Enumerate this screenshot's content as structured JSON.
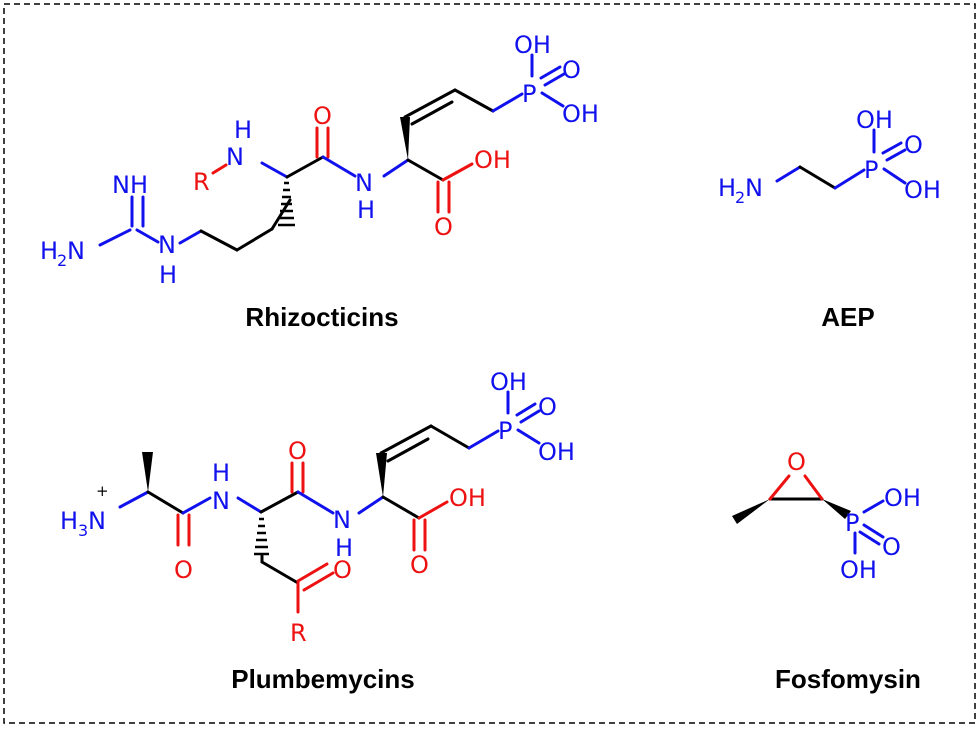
{
  "colors": {
    "heteroatom_blue": "#1111ee",
    "heteroatom_red": "#ee1111",
    "carbon_black": "#000000",
    "border": "#000000"
  },
  "compounds": {
    "rhizocticins": {
      "name": "Rhizocticins"
    },
    "aep": {
      "name": "AEP"
    },
    "plumbemycins": {
      "name": "Plumbemycins"
    },
    "fosfomycin": {
      "name": "Fosfomysin"
    }
  },
  "atoms": {
    "NH": "NH",
    "N": "N",
    "H": "H",
    "H2": "H",
    "H3": "H",
    "sub2": "2",
    "sub3": "3",
    "plus": "+",
    "O": "O",
    "OH": "OH",
    "P": "P",
    "R": "R"
  }
}
